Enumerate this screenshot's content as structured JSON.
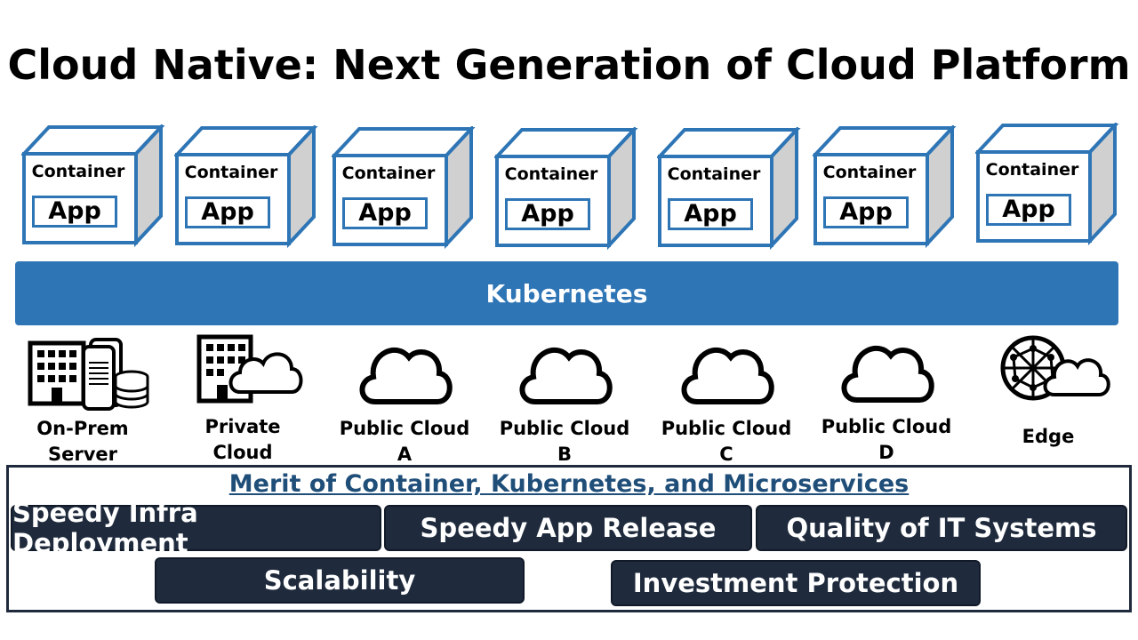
{
  "title": "Cloud Native: Next Generation of Cloud Platform",
  "containers": [
    {
      "label": "Container",
      "app": "App"
    },
    {
      "label": "Container",
      "app": "App"
    },
    {
      "label": "Container",
      "app": "App"
    },
    {
      "label": "Container",
      "app": "App"
    },
    {
      "label": "Container",
      "app": "App"
    },
    {
      "label": "Container",
      "app": "App"
    },
    {
      "label": "Container",
      "app": "App"
    }
  ],
  "kubernetes": "Kubernetes",
  "platforms": [
    {
      "line1": "On-Prem",
      "line2": "Server",
      "icon": "on-prem-server-icon"
    },
    {
      "line1": "Private",
      "line2": "Cloud",
      "icon": "private-cloud-icon"
    },
    {
      "line1": "Public Cloud",
      "line2": "A",
      "icon": "cloud-icon"
    },
    {
      "line1": "Public Cloud",
      "line2": "B",
      "icon": "cloud-icon"
    },
    {
      "line1": "Public Cloud",
      "line2": "C",
      "icon": "cloud-icon"
    },
    {
      "line1": "Public Cloud",
      "line2": "D",
      "icon": "cloud-icon"
    },
    {
      "line1": "Edge",
      "line2": "",
      "icon": "edge-icon"
    }
  ],
  "merit": {
    "heading": "Merit of Container, Kubernetes, and Microservices",
    "items": [
      "Speedy Infra Deployment",
      "Speedy App Release",
      "Quality of IT Systems",
      "Scalability",
      "Investment Protection"
    ]
  },
  "colors": {
    "accent_blue": "#2e75b6",
    "dark_navy": "#1f2b3d",
    "heading_blue": "#1f4e79",
    "cube_side_gray": "#d0d0d0"
  }
}
